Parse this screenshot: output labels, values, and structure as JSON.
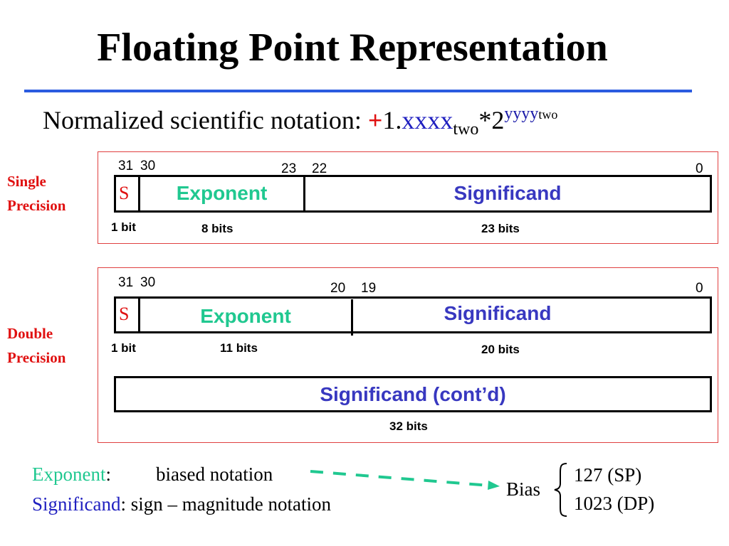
{
  "slide": {
    "title": "Floating Point Representation",
    "notation": {
      "prefix": "Normalized scientific notation: ",
      "sign": "+",
      "one": "1.",
      "mantissa": "xxxx",
      "mantissa_sub": "two",
      "times": "*2",
      "exp": "yyyy",
      "exp_sub": "two"
    }
  },
  "single_precision": {
    "label_line1": "Single",
    "label_line2": "Precision",
    "bit_labels": {
      "b31": "31",
      "b30": "30",
      "b23": "23",
      "b22": "22",
      "b0": "0"
    },
    "fields": {
      "sign": "S",
      "exponent": "Exponent",
      "significand": "Significand"
    },
    "sizes": {
      "sign": "1 bit",
      "exponent": "8 bits",
      "significand": "23 bits"
    }
  },
  "double_precision": {
    "label_line1": "Double",
    "label_line2": "Precision",
    "bit_labels": {
      "b31": "31",
      "b30": "30",
      "b20": "20",
      "b19": "19",
      "b0": "0"
    },
    "fields": {
      "sign": "S",
      "exponent": "Exponent",
      "significand": "Significand",
      "significand_cont": "Significand (cont’d)"
    },
    "sizes": {
      "sign": "1 bit",
      "exponent": "11 bits",
      "significand": "20 bits",
      "significand_cont": "32 bits"
    }
  },
  "notes": {
    "exponent_term": "Exponent",
    "exponent_colon": ":",
    "exponent_desc": "biased notation",
    "significand_term": "Significand",
    "significand_rest": ": sign – magnitude notation",
    "bias_label": "Bias",
    "bias_sp": "127 (SP)",
    "bias_dp": "1023 (DP)"
  },
  "colors": {
    "rule_blue": "#2b5be0",
    "sign_red": "#e01010",
    "mantissa_blue": "#2020c0",
    "exp_blue": "#1a1aa8",
    "label_red": "#e01010",
    "exponent_green": "#20c890",
    "significand_blue": "#3838c0",
    "arrow_green": "#20c890"
  }
}
